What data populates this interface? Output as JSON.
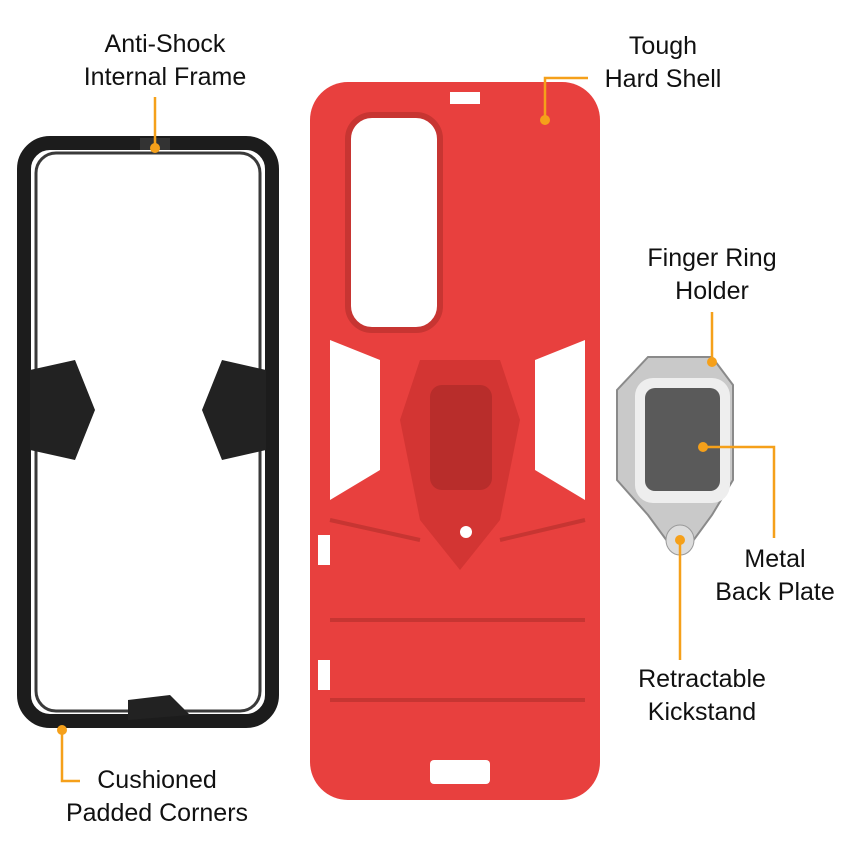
{
  "colors": {
    "callout": "#f5a01a",
    "shell": "#e8403e",
    "frame": "#1c1c1c",
    "ring": "#c9c9c9",
    "plate": "#5a5a5a"
  },
  "callouts": [
    {
      "line1": "Anti-Shock",
      "line2": "Internal Frame"
    },
    {
      "line1": "Tough",
      "line2": "Hard Shell"
    },
    {
      "line1": "Finger Ring",
      "line2": "Holder"
    },
    {
      "line1": "Metal",
      "line2": "Back Plate"
    },
    {
      "line1": "Retractable",
      "line2": "Kickstand"
    },
    {
      "line1": "Cushioned",
      "line2": "Padded Corners"
    }
  ]
}
